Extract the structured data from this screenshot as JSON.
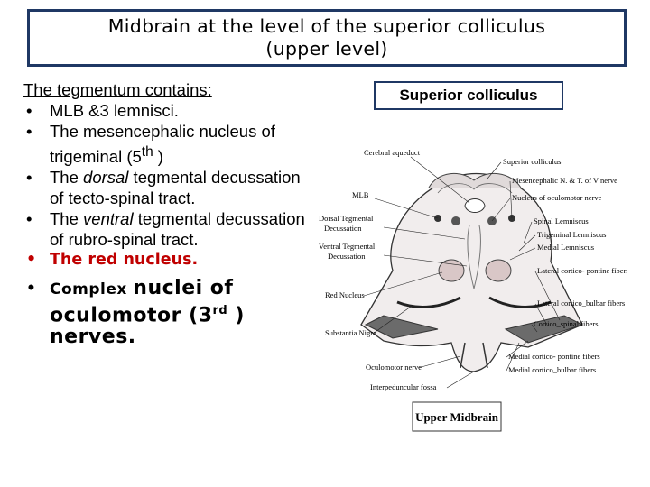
{
  "title": {
    "line1": "Midbrain at the level of the superior colliculus",
    "line2": "(upper level)"
  },
  "left": {
    "heading": "The tegmentum contains:",
    "bullets": [
      {
        "text": "MLB &3 lemnisci."
      },
      {
        "text_before_sup": "The mesencephalic nucleus of trigeminal (5",
        "sup": "th",
        "text_after_sup": " )"
      },
      {
        "before": "The ",
        "italic": "dorsal",
        "after": " tegmental decussation of tecto-spinal tract."
      },
      {
        "before": "The ",
        "italic": "ventral",
        "after": " tegmental decussation of rubro-spinal tract."
      },
      {
        "text": "The red nucleus."
      },
      {
        "small": "Complex ",
        "big": "nuclei of oculomotor (3",
        "sup": "rd",
        "after": " ) nerves."
      }
    ]
  },
  "superior_colliculus_label": "Superior colliculus",
  "diagram": {
    "caption": "Upper Midbrain",
    "labels_left": [
      "Cerebral aqueduct",
      "MLB",
      "Dorsal Tegmental",
      "Decussation",
      "Ventral Tegmental",
      "Decussation",
      "Red Nucleus",
      "Substantia Nigra",
      "Oculomotor nerve",
      "Interpeduncular fossa"
    ],
    "labels_right": [
      "Superior colliculus",
      "Mesencephalic N. & T. of V nerve",
      "Nucleus of oculomotor nerve",
      "Spinal Lemniscus",
      "Trigeminal Lemniscus",
      "Medial Lemniscus",
      "Lateral cortico- pontine fibers",
      "Lateral cortico_bulbar fibers",
      "Cortico_spinal fibers",
      "Medial cortico- pontine fibers",
      "Medial cortico_bulbar fibers"
    ]
  }
}
